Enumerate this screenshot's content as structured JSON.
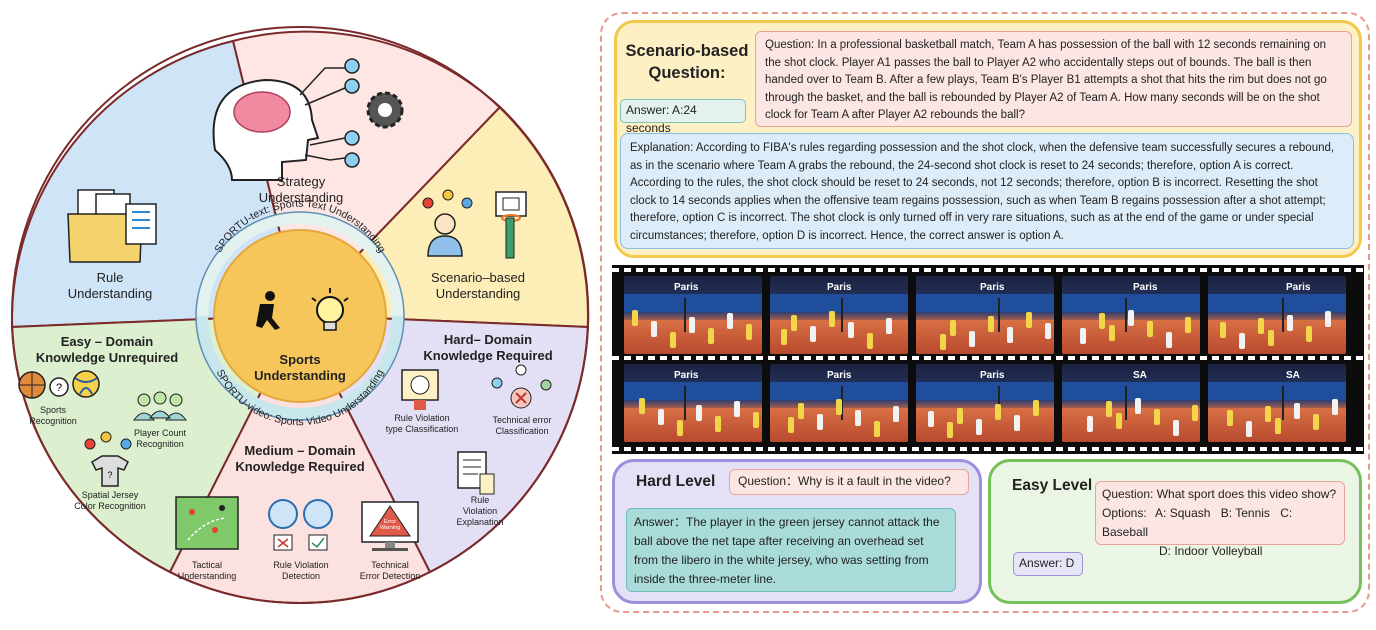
{
  "wheel": {
    "strategy": "Strategy\nUnderstanding",
    "rule": "Rule\nUnderstanding",
    "scenario": "Scenario–based\nUnderstanding",
    "easy_domain": "Easy – Domain\nKnowledge Unrequired",
    "hard_domain": "Hard– Domain\nKnowledge Required",
    "medium_domain": "Medium – Domain\nKnowledge Required",
    "center": "Sports\nUnderstanding",
    "text_ring": "SPORTU-text: Sports Text Understanding",
    "video_ring": "SPORTU-video: Sports Video Understanding",
    "easy_items": {
      "sports_recognition": "Sports\nRecognition",
      "player_count": "Player Count\nRecognition",
      "jersey": "Spatial Jersey\nColor Recognition"
    },
    "hard_items": {
      "rule_violation_type": "Rule Violation\ntype Classification",
      "technical_error_class": "Technical error\nClassification",
      "rule_violation_expl": "Rule\nViolation\nExplanation"
    },
    "medium_items": {
      "tactical": "Tactical\nUnderstanding",
      "rule_violation_det": "Rule Violation\nDetection",
      "technical_error_det": "Technical\nError Detection",
      "error_warning": "Error\nWarning"
    }
  },
  "scenario_panel": {
    "title": "Scenario-based\nQuestion:",
    "question": "Question: In a professional basketball match, Team A has possession of the ball with 12 seconds remaining on the shot clock. Player A1 passes the ball to Player A2 who accidentally steps out of bounds. The ball is then handed over to Team B. After a few plays, Team B's Player B1 attempts a shot that hits the rim but does not go through the basket, and the ball is rebounded by Player A2 of Team A. How many seconds will be on the shot clock for Team A after Player A2 rebounds the ball?",
    "answer": "Answer: A:24 seconds",
    "explanation": "Explanation: According to FIBA's rules regarding possession and the shot clock, when the defensive team successfully secures a rebound, as in the scenario where Team A grabs the rebound, the 24-second shot clock is reset to 24 seconds; therefore, option A is correct. According to the rules, the shot clock should be reset to 24 seconds, not 12 seconds; therefore, option B is incorrect. Resetting the shot clock to 14 seconds applies when the offensive team regains possession, such as when Team B regains possession after a shot attempt; therefore, option C is incorrect. The shot clock is only turned off in very rare situations, such as at the end of the game or under special circumstances; therefore, option D is incorrect. Hence, the correct answer is option A."
  },
  "filmstrip": {
    "banner_text": "Paris",
    "ad_text": "SA"
  },
  "hard_panel": {
    "title": "Hard Level",
    "question": "Question：Why is it a fault in the video?",
    "answer": "Answer：The player in the green jersey cannot attack the ball above the net tape after receiving an overhead set from the libero in the white jersey, who was setting from inside the three-meter line."
  },
  "easy_panel": {
    "title": "Easy Level",
    "question": "Question: What sport does this video show?",
    "options_label": "Options:",
    "options": [
      "A: Squash",
      "B: Tennis",
      "C: Baseball",
      "D: Indoor Volleyball"
    ],
    "answer": "Answer: D"
  },
  "colors": {
    "strategy": "#fde6e4",
    "rule": "#cfe4f7",
    "scenario": "#fdeeb8",
    "easy": "#dcefcf",
    "hard": "#e3e0f6",
    "medium": "#fbe1df",
    "center": "#f6c65b",
    "divider": "#7a2a2a"
  }
}
